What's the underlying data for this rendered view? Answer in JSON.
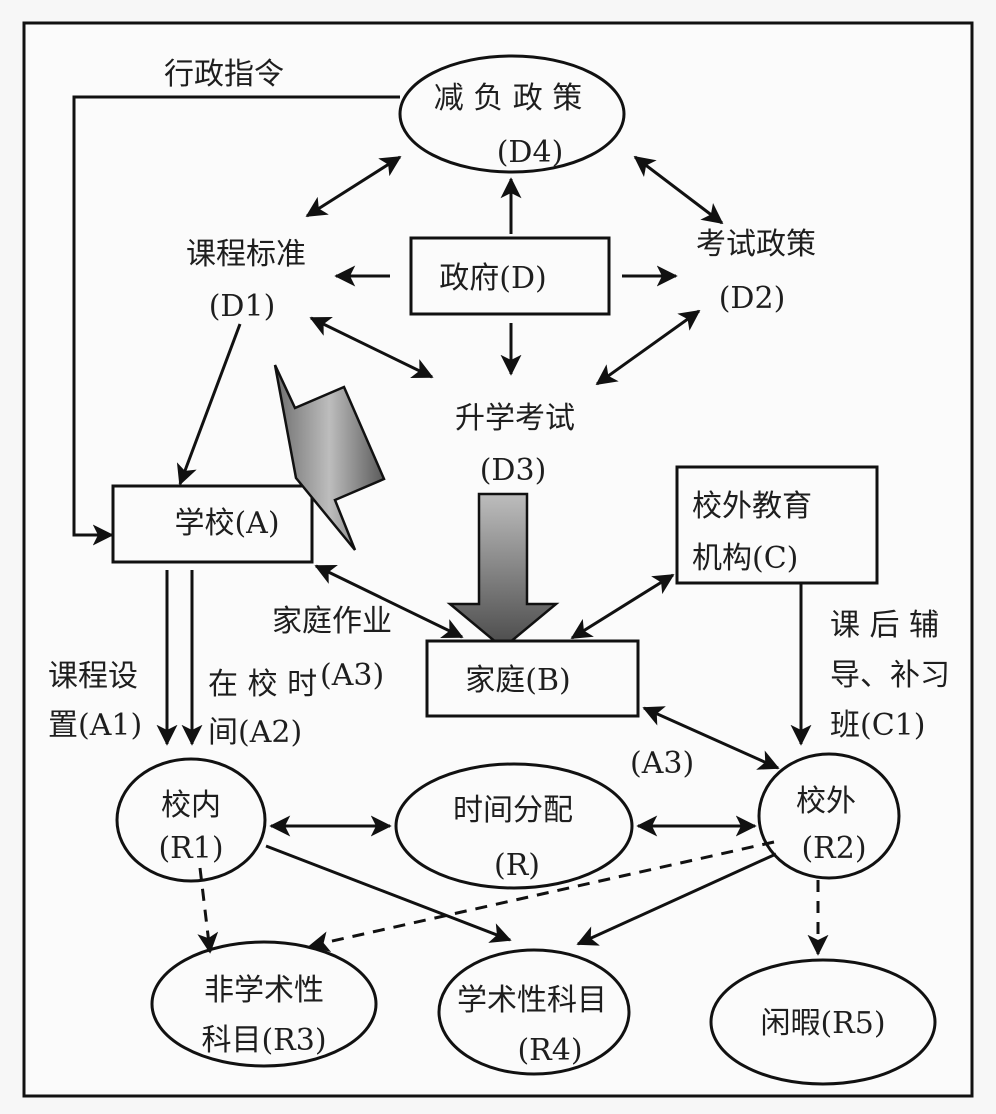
{
  "diagram": {
    "nodes": {
      "D4": {
        "lines": [
          "减 负 政 策",
          "(D4)"
        ]
      },
      "D": {
        "lines": [
          "政府(D)"
        ]
      },
      "D1": {
        "lines": [
          "课程标准",
          "(D1)"
        ]
      },
      "D2": {
        "lines": [
          "考试政策",
          "(D2)"
        ]
      },
      "D3": {
        "lines": [
          "升学考试",
          "(D3)"
        ]
      },
      "A": {
        "lines": [
          "学校(A)"
        ]
      },
      "C": {
        "lines": [
          "校外教育",
          "机构(C)"
        ]
      },
      "B": {
        "lines": [
          "家庭(B)"
        ]
      },
      "R1": {
        "lines": [
          "校内",
          "(R1)"
        ]
      },
      "R": {
        "lines": [
          "时间分配",
          "(R)"
        ]
      },
      "R2": {
        "lines": [
          "校外",
          "(R2)"
        ]
      },
      "R3": {
        "lines": [
          "非学术性",
          "科目(R3)"
        ]
      },
      "R4": {
        "lines": [
          "学术性科目",
          "(R4)"
        ]
      },
      "R5": {
        "lines": [
          "闲暇(R5)"
        ]
      }
    },
    "edge_labels": {
      "admin_order": "行政指令",
      "homework": "家庭作业",
      "a3_top": "(A3)",
      "a3_bottom": "(A3)",
      "course_setting": [
        "课程设",
        "置(A1)"
      ],
      "school_time": [
        "在 校 时",
        "间(A2)"
      ],
      "tutoring": [
        "课 后 辅",
        "导、补习",
        "班(C1)"
      ]
    }
  }
}
